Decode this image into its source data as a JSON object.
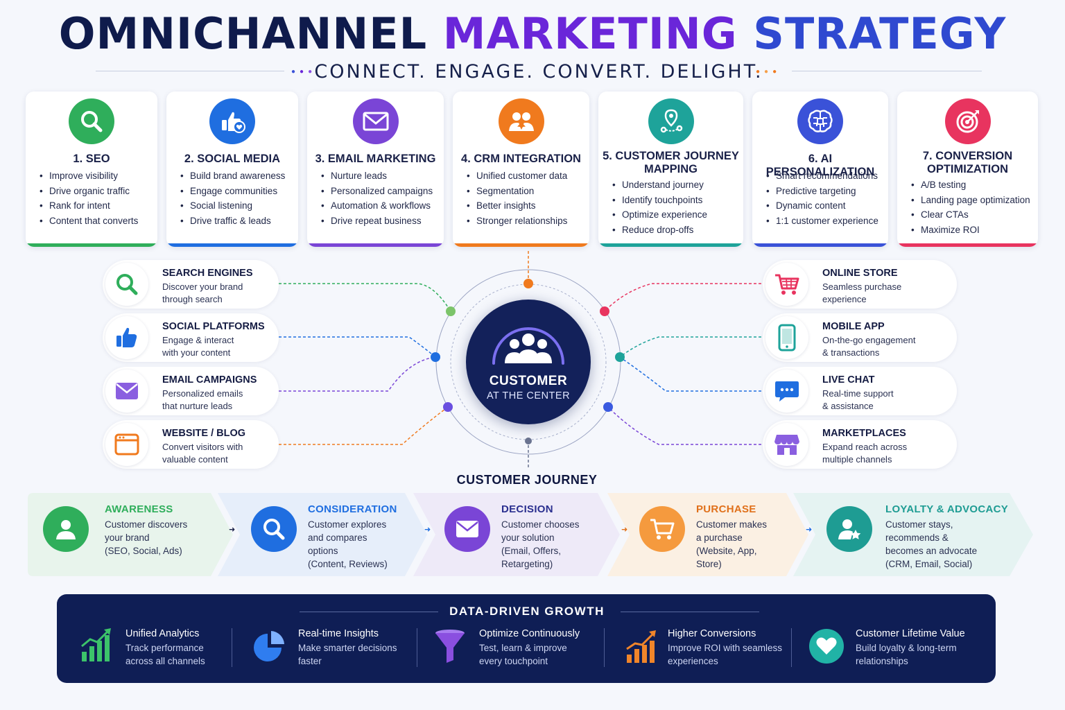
{
  "header": {
    "title_part1": "OMNICHANNEL",
    "title_part2": "MARKETING",
    "title_part3": "STRATEGY",
    "subtitle": "CONNECT. ENGAGE. CONVERT. DELIGHT."
  },
  "cards": [
    {
      "title": "1. SEO",
      "icon": "search-icon",
      "color": "#2fae5b",
      "items": [
        "Improve visibility",
        "Drive organic traffic",
        "Rank for intent",
        "Content that converts"
      ]
    },
    {
      "title": "2. SOCIAL MEDIA",
      "icon": "thumbs-up-heart-icon",
      "color": "#1f6ee0",
      "items": [
        "Build brand awareness",
        "Engage communities",
        "Social listening",
        "Drive traffic & leads"
      ]
    },
    {
      "title": "3. EMAIL MARKETING",
      "icon": "envelope-icon",
      "color": "#7a45d6",
      "items": [
        "Nurture leads",
        "Personalized campaigns",
        "Automation & workflows",
        "Drive repeat business"
      ]
    },
    {
      "title": "4. CRM INTEGRATION",
      "icon": "users-icon",
      "color": "#f07a1e",
      "items": [
        "Unified customer data",
        "Segmentation",
        "Better insights",
        "Stronger relationships"
      ]
    },
    {
      "title_line1": "5. CUSTOMER JOURNEY",
      "title_line2": "MAPPING",
      "icon": "route-pin-icon",
      "color": "#1ea39a",
      "items": [
        "Understand journey",
        "Identify touchpoints",
        "Optimize experience",
        "Reduce drop-offs"
      ]
    },
    {
      "title": "6. AI PERSONALIZATION",
      "icon": "brain-icon",
      "color": "#3a52d8",
      "items": [
        "Smart recommendations",
        "Predictive targeting",
        "Dynamic content",
        "1:1 customer experience"
      ]
    },
    {
      "title_line1": "7. CONVERSION",
      "title_line2": "OPTIMIZATION",
      "icon": "target-icon",
      "color": "#e8345f",
      "items": [
        "A/B testing",
        "Landing page optimization",
        "Clear CTAs",
        "Maximize ROI"
      ]
    }
  ],
  "channels_left": [
    {
      "title": "SEARCH ENGINES",
      "desc": [
        "Discover your brand",
        "through search"
      ],
      "icon": "search-icon",
      "color": "#2fae5b"
    },
    {
      "title": "SOCIAL PLATFORMS",
      "desc": [
        "Engage & interact",
        "with your content"
      ],
      "icon": "thumbs-up-icon",
      "color": "#1f6ee0"
    },
    {
      "title": "EMAIL CAMPAIGNS",
      "desc": [
        "Personalized emails",
        "that nurture leads"
      ],
      "icon": "envelope-icon",
      "color": "#7a45d6"
    },
    {
      "title": "WEBSITE / BLOG",
      "desc": [
        "Convert visitors with",
        "valuable content"
      ],
      "icon": "browser-icon",
      "color": "#f07a1e"
    }
  ],
  "channels_right": [
    {
      "title": "ONLINE STORE",
      "desc": [
        "Seamless purchase",
        "experience"
      ],
      "icon": "cart-icon",
      "color": "#e8345f"
    },
    {
      "title": "MOBILE APP",
      "desc": [
        "On-the-go engagement",
        "& transactions"
      ],
      "icon": "mobile-icon",
      "color": "#1ea39a"
    },
    {
      "title": "LIVE CHAT",
      "desc": [
        "Real-time support",
        "& assistance"
      ],
      "icon": "chat-icon",
      "color": "#1f6ee0"
    },
    {
      "title": "MARKETPLACES",
      "desc": [
        "Expand reach across",
        "multiple channels"
      ],
      "icon": "store-icon",
      "color": "#7a45d6"
    }
  ],
  "hub": {
    "title": "CUSTOMER",
    "subtitle": "AT THE CENTER",
    "icon": "users-icon"
  },
  "journey": {
    "title": "CUSTOMER JOURNEY",
    "stages": [
      {
        "title": "AWARENESS",
        "desc": [
          "Customer discovers",
          "your brand",
          "(SEO, Social, Ads)"
        ],
        "icon": "person-icon",
        "color": "#2fae5b",
        "bg": "#e8f4ec"
      },
      {
        "title": "CONSIDERATION",
        "desc": [
          "Customer explores",
          "and compares",
          "options",
          "(Content, Reviews)"
        ],
        "icon": "search-icon",
        "color": "#1f6ee0",
        "bg": "#e6eefa"
      },
      {
        "title": "DECISION",
        "desc": [
          "Customer chooses",
          "your solution",
          "(Email, Offers,",
          "Retargeting)"
        ],
        "icon": "envelope-icon",
        "color": "#7a45d6",
        "bg": "#eeeaf8"
      },
      {
        "title": "PURCHASE",
        "desc": [
          "Customer makes",
          "a purchase",
          "(Website, App,",
          "Store)"
        ],
        "icon": "cart-icon",
        "color": "#e0701a",
        "bg": "#fbf0e3"
      },
      {
        "title": "LOYALTY & ADVOCACY",
        "desc": [
          "Customer stays,",
          "recommends &",
          "becomes an advocate",
          "(CRM, Email, Social)"
        ],
        "icon": "person-star-icon",
        "color": "#1e9c93",
        "bg": "#e5f3f2"
      }
    ]
  },
  "growth": {
    "title": "DATA-DRIVEN GROWTH",
    "metrics": [
      {
        "title": "Unified Analytics",
        "desc": [
          "Track performance",
          "across all channels"
        ],
        "icon": "bar-chart-up-icon",
        "color": "#3cc36a"
      },
      {
        "title": "Real-time Insights",
        "desc": [
          "Make smarter decisions",
          "faster"
        ],
        "icon": "pie-chart-icon",
        "color": "#2f7df0"
      },
      {
        "title": "Optimize Continuously",
        "desc": [
          "Test, learn & improve",
          "every touchpoint"
        ],
        "icon": "funnel-icon",
        "color": "#8a4fe0"
      },
      {
        "title": "Higher Conversions",
        "desc": [
          "Improve ROI with seamless",
          "experiences"
        ],
        "icon": "bar-chart-growth-icon",
        "color": "#f0852a"
      },
      {
        "title": "Customer Lifetime Value",
        "desc": [
          "Build loyalty & long-term",
          "relationships"
        ],
        "icon": "heart-icon",
        "color": "#21b3a6"
      }
    ]
  }
}
